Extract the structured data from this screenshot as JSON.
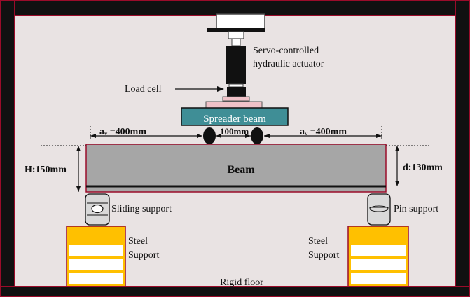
{
  "labels": {
    "actuator_line1": "Servo-controlled",
    "actuator_line2": "hydraulic actuator",
    "load_cell": "Load cell",
    "spreader_beam": "Spreader beam",
    "av_left": "aᵥ =400mm",
    "av_right": "aᵥ =400mm",
    "spacing": "100mm",
    "height": "H:150mm",
    "beam": "Beam",
    "effective_depth": "d:130mm",
    "sliding_support": "Sliding support",
    "pin_support": "Pin support",
    "steel_support_left_line1": "Steel",
    "steel_support_left_line2": "Support",
    "steel_support_right_line1": "Steel",
    "steel_support_right_line2": "Support",
    "rigid_floor": "Rigid floor"
  },
  "colors": {
    "background": "#e9e3e3",
    "frame": "#111111",
    "frame_outline": "#9a0c2a",
    "beam_fill": "#a6a6a6",
    "spreader_fill": "#3f8e96",
    "load_plate": "#f0c2c8",
    "steel_support": "#ffc000",
    "support_slot": "#ffffff",
    "roller_fill": "#d9d9d9"
  }
}
